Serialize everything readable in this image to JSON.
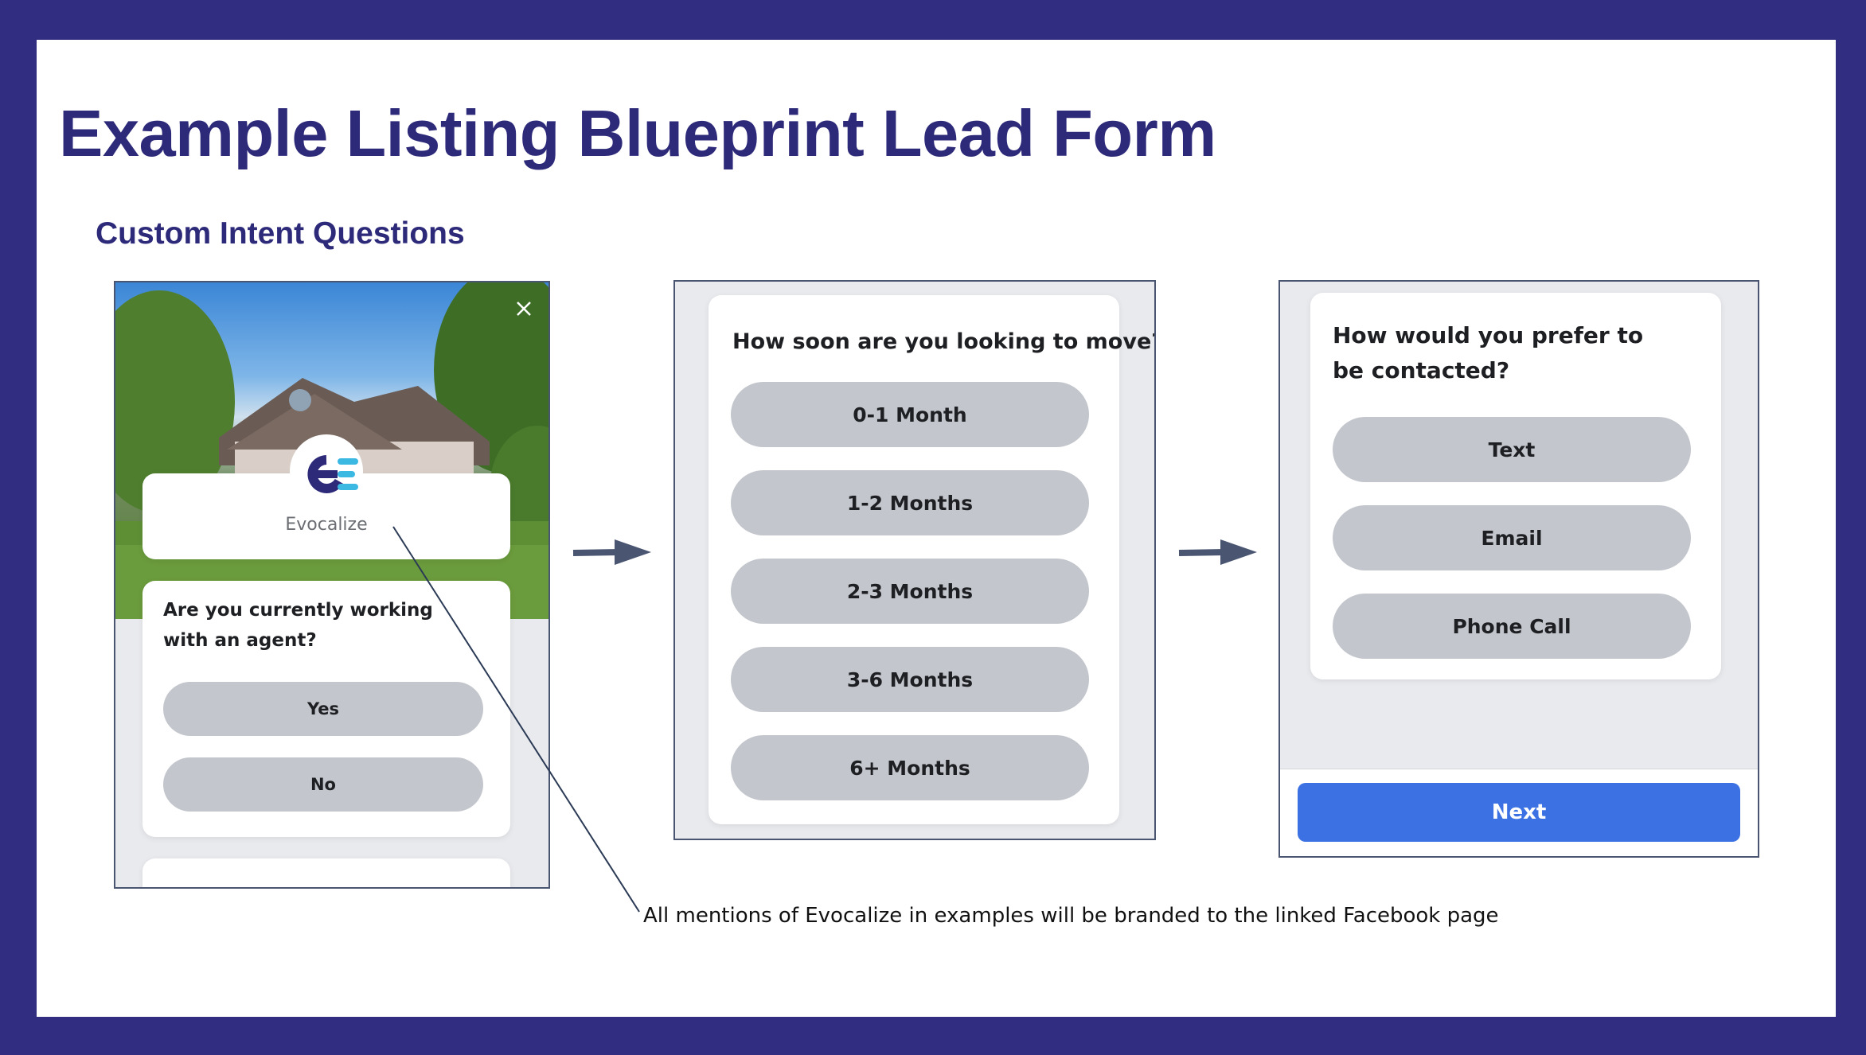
{
  "slide": {
    "title": "Example Listing Blueprint Lead Form",
    "subtitle": "Custom Intent Questions",
    "note": "All mentions of Evocalize in examples will be branded to the linked Facebook page"
  },
  "form1": {
    "brand_name": "Evocalize",
    "close_icon": "close-icon",
    "question": "Are you currently working with an agent?",
    "options": [
      "Yes",
      "No"
    ]
  },
  "form2": {
    "question": "How soon are you looking to move?",
    "options": [
      "0-1 Month",
      "1-2 Months",
      "2-3 Months",
      "3-6 Months",
      "6+ Months"
    ]
  },
  "form3": {
    "question": "How would you prefer to be contacted?",
    "options": [
      "Text",
      "Email",
      "Phone Call"
    ],
    "next_label": "Next"
  },
  "colors": {
    "border": "#312e81",
    "title": "#2e2a7a",
    "option_bg": "#c3c6cc",
    "next_button": "#3b71e3"
  }
}
